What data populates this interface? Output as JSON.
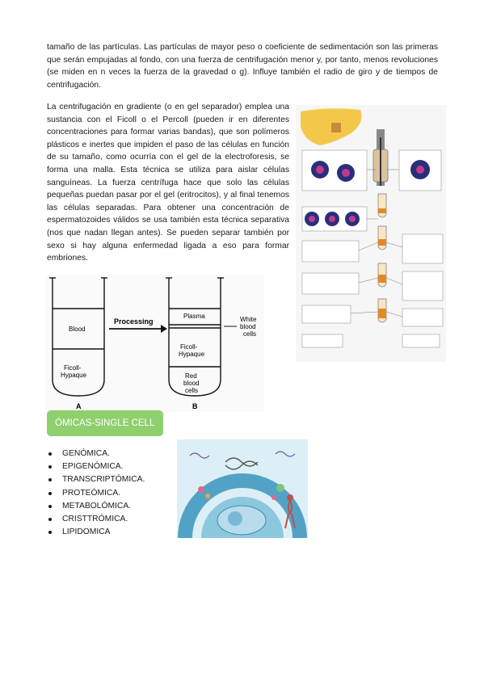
{
  "paragraphs": {
    "p1": "tamaño de las partículas. Las partículas de mayor peso o coeficiente de sedimentación son las primeras que serán empujadas al fondo, con una fuerza de centrifugación menor y, por tanto, menos revoluciones (se miden en n veces la fuerza de la gravedad o g). Influye también el radio de giro y de tiempos de centrifugación.",
    "p2": "La centrifugación en gradiente (o en gel separador) emplea una sustancia con el Ficoll o el Percoll (pueden ir en diferentes concentraciones para formar varias bandas), que son polímeros plásticos e inertes que impiden el paso de las células en función de su tamaño, como ocurría con el gel de la electroforesis, se forma una malla. Esta técnica se utiliza para aislar células sanguíneas. La fuerza centrífuga hace que solo las células pequeñas puedan pasar por el gel (eritrocitos), y al final tenemos las células separadas. Para obtener una concentración de espermatozoides válidos se usa también esta técnica separativa (nos que nadan llegan antes). Se pueden separar también por sexo si hay alguna enfermedad ligada a eso para formar embriones."
  },
  "ficoll_figure": {
    "tube_a_blood": "Blood",
    "tube_a_ficoll": "Ficoll-\nHypaque",
    "tube_a_label": "A",
    "processing": "Processing",
    "tube_b_plasma": "Plasma",
    "tube_b_white_cells": "White\nblood\ncells",
    "tube_b_ficoll": "Ficoll-\nHypaque",
    "tube_b_red_cells": "Red\nblood\ncells",
    "tube_b_label": "B"
  },
  "section": {
    "title": "ÓMICAS-SINGLE CELL"
  },
  "omics_list": [
    "GENÓMICA.",
    "EPIGENÓMICA.",
    "TRANSCRIPTÓMICA.",
    "PROTEÓMICA.",
    "METABOLÓMICA.",
    "CRISTTRÓMICA.",
    "LIPIDOMICA"
  ],
  "colors": {
    "banner": "#8fcf6e",
    "liver": "#f3c84a",
    "tube_fluid": "#e08a2c",
    "singlecell_bg": "#dceff7"
  }
}
